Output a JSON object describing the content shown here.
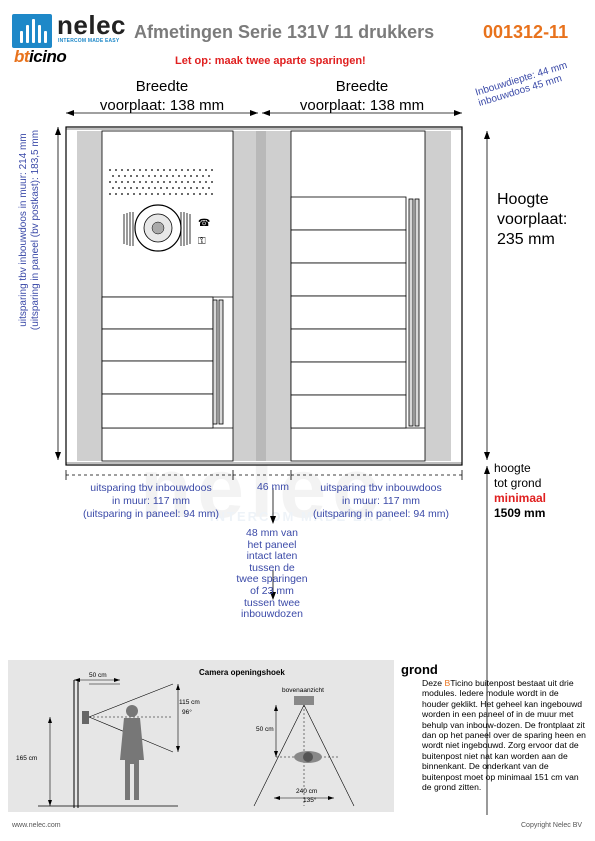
{
  "header": {
    "brand": "nelec",
    "tagline": "INTERCOM MADE EASY",
    "partner_brand_prefix": "bt",
    "partner_brand_suffix": "icino",
    "title": "Afmetingen Serie 131V 11 drukkers",
    "code": "001312-11",
    "warning": "Let op: maak twee aparte sparingen!",
    "brand_color": "#1e88c8",
    "accent_color": "#e8721c",
    "warning_color": "#e02020"
  },
  "dims": {
    "width_left_1": "Breedte",
    "width_left_2": "voorplaat: 138 mm",
    "width_right_1": "Breedte",
    "width_right_2": "voorplaat: 138 mm",
    "depth_1": "Inbouwdiepte: 44 mm",
    "depth_2": "inbouwdoos 45 mm",
    "vertical_1": "uitsparing tbv inbouwdoos in muur: 214 mm",
    "vertical_2": "(uitsparing in paneel (bv postkast): 183,5 mm",
    "height_1": "Hoogte",
    "height_2": "voorplaat:",
    "height_3": "235 mm",
    "ground_1": "hoogte",
    "ground_2": "tot grond",
    "ground_3": "minimaal",
    "ground_4": "1509 mm",
    "cut_left_1": "uitsparing tbv inbouwdoos",
    "cut_left_2": "in muur: 117 mm",
    "cut_left_3": "(uitsparing in paneel: 94 mm)",
    "gap": "46 mm",
    "cut_right_1": "uitsparing tbv inbouwdoos",
    "cut_right_2": "in muur: 117 mm",
    "cut_right_3": "(uitsparing in paneel: 94 mm)",
    "gap_note": [
      "48 mm van",
      "het paneel",
      "intact laten",
      "tussen de",
      "twee sparingen",
      "of 23 mm",
      "tussen twee",
      "inbouwdozen"
    ]
  },
  "watermark": {
    "big": "nelec",
    "small": "INTERCOM MADE EASY"
  },
  "camera": {
    "title": "Camera openingshoek",
    "top_view_label": "bovenaanzicht",
    "dist_top": "50 cm",
    "height_label": "115 cm",
    "angle_vertical": "96°",
    "height_ground": "165 cm",
    "dist_side": "50 cm",
    "width_label": "240 cm",
    "angle_horizontal": "135°"
  },
  "text": {
    "heading": "grond",
    "body_prefix": "Deze ",
    "body_brand_b": "B",
    "body_brand_rest": "Ticino",
    "body": " buitenpost bestaat uit drie modules. Iedere module wordt in de houder geklikt. Het geheel kan ingebouwd worden in een paneel of in de muur met behulp van inbouw-dozen. De frontplaat zit dan op het paneel over de sparing heen en wordt niet ingebouwd. Zorg ervoor dat de buitenpost niet nat kan worden aan de binnenkant. De onderkant van de buitenpost moet op minimaal 151 cm van de grond zitten."
  },
  "footer": {
    "left": "www.nelec.com",
    "right": "Copyright Nelec BV"
  }
}
